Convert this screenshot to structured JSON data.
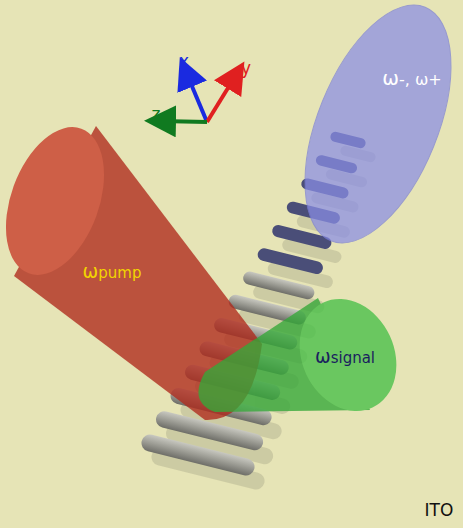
{
  "diagram": {
    "nodes": [
      {
        "text": [
          "ω-, ω+"
        ]
      },
      {
        "text": [
          "ωpump"
        ]
      },
      {
        "text": [
          "ωsignal"
        ]
      }
    ],
    "labels": [
      "x",
      "y",
      "z",
      "ITO"
    ]
  }
}
